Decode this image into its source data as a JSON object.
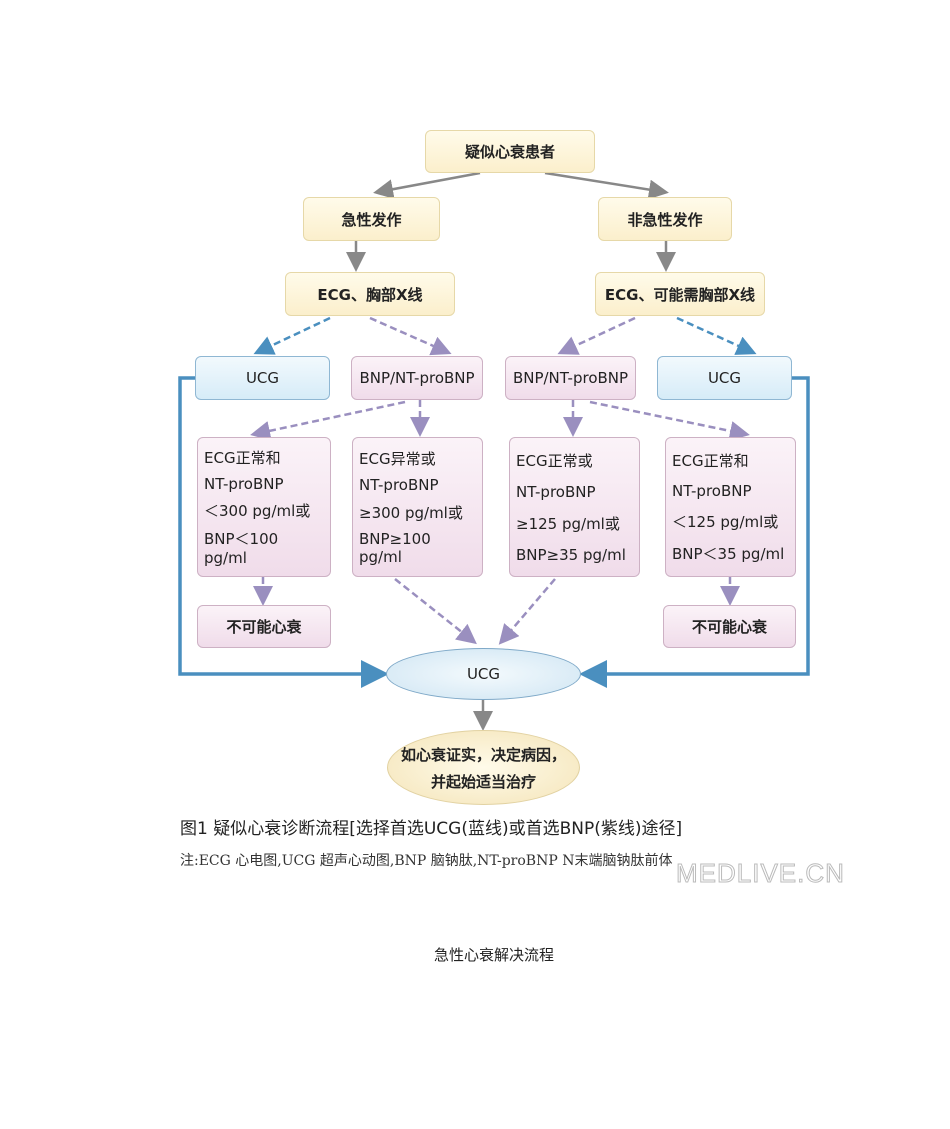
{
  "flowchart": {
    "start": "疑似心衰患者",
    "acute": "急性发作",
    "non_acute": "非急性发作",
    "acute_tests": "ECG、胸部X线",
    "non_acute_tests": "ECG、可能需胸部X线",
    "ucg_left": "UCG",
    "bnp_left": "BNP/NT-proBNP",
    "bnp_right": "BNP/NT-proBNP",
    "ucg_right": "UCG",
    "criteria": [
      [
        "ECG正常和",
        "NT-proBNP",
        "＜300 pg/ml或",
        "BNP＜100 pg/ml"
      ],
      [
        "ECG异常或",
        "NT-proBNP",
        "≥300 pg/ml或",
        "BNP≥100 pg/ml"
      ],
      [
        "ECG正常或",
        "NT-proBNP",
        "≥125 pg/ml或",
        "BNP≥35 pg/ml"
      ],
      [
        "ECG正常和",
        "NT-proBNP",
        "＜125 pg/ml或",
        "BNP＜35 pg/ml"
      ]
    ],
    "unlikely_left": "不可能心衰",
    "unlikely_right": "不可能心衰",
    "ucg_center": "UCG",
    "final_line1": "如心衰证实，决定病因，",
    "final_line2": "并起始适当治疗"
  },
  "caption": "图1  疑似心衰诊断流程[选择首选UCG(蓝线)或首选BNP(紫线)途径]",
  "note": "注:ECG 心电图,UCG 超声心动图,BNP 脑钠肽,NT-proBNP N末端脑钠肽前体",
  "watermark": "MEDLIVE.CN",
  "doc_title": "急性心衰解决流程",
  "colors": {
    "blue_path": "#4a8fbf",
    "purple_path": "#9a8fbf",
    "gray_arrow": "#888888"
  }
}
